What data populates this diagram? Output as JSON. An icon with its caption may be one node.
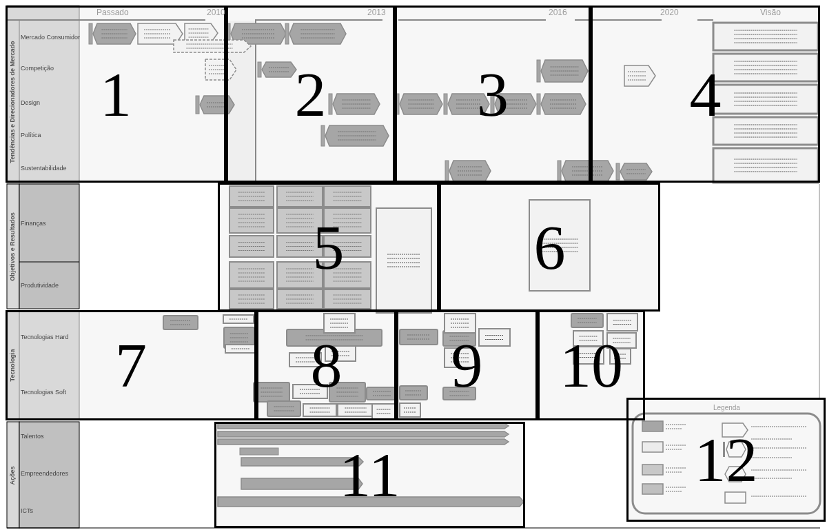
{
  "diagram": {
    "nodes": [
      {
        "text": [
          "1"
        ]
      },
      {
        "text": [
          "2"
        ]
      },
      {
        "text": [
          "3"
        ]
      },
      {
        "text": [
          "4"
        ]
      },
      {
        "text": [
          "5"
        ]
      },
      {
        "text": [
          "6"
        ]
      },
      {
        "text": [
          "7"
        ]
      },
      {
        "text": [
          "8"
        ]
      },
      {
        "text": [
          "9"
        ]
      },
      {
        "text": [
          "10"
        ]
      },
      {
        "text": [
          "11"
        ]
      },
      {
        "text": [
          "12"
        ]
      }
    ],
    "edges": [],
    "labels": [
      "Passado",
      "2010",
      "2013",
      "2016",
      "2020",
      "Visão",
      "Tendências e Direcionadores de Mercado",
      "Mercado Consumidor",
      "Competição",
      "Design",
      "Política",
      "Sustentabilidade",
      "Objetivos e Resultados",
      "Finanças",
      "Produtividade",
      "Tecnologia",
      "Tecnologias Hard",
      "Tecnologias Soft",
      "Ações",
      "Talentos",
      "Empreendedores",
      "ICTs",
      "Legenda"
    ]
  }
}
